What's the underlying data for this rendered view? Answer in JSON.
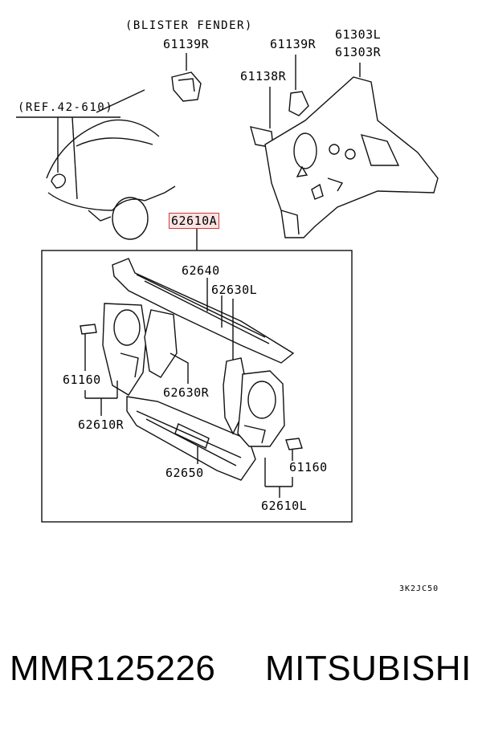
{
  "diagram": {
    "labels": {
      "blister_fender": "(BLISTER FENDER)",
      "p61139R_a": "61139R",
      "p61139R_b": "61139R",
      "p61303L": "61303L",
      "p61303R": "61303R",
      "p61138R": "61138R",
      "ref": "(REF.42-610)",
      "p62610A": "62610A",
      "p62640": "62640",
      "p62630L": "62630L",
      "p61160_left": "61160",
      "p62630R": "62630R",
      "p62610R": "62610R",
      "p62650": "62650",
      "p61160_right": "61160",
      "p62610L": "62610L"
    },
    "code": "3K2JC50",
    "highlight_color": "#d23a3a"
  },
  "footer": {
    "part_number": "MMR125226",
    "brand": "MITSUBISHI"
  }
}
